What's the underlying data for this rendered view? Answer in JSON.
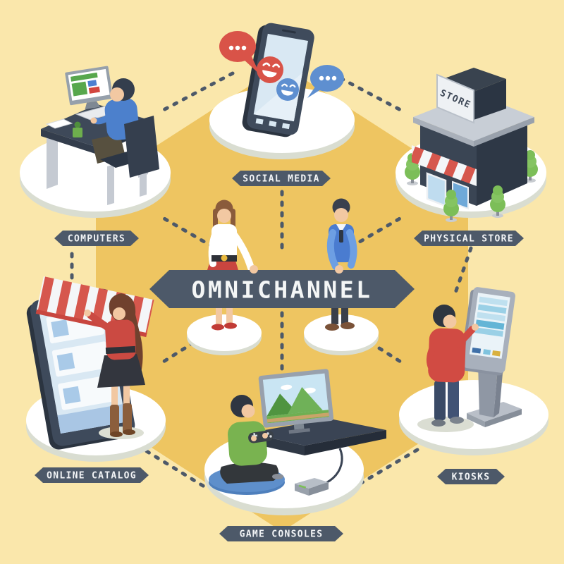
{
  "illustration": {
    "title": "OMNICHANNEL",
    "type": "omnichannel-marketing-infographic",
    "banner": {
      "label": "OMNICHANNEL"
    },
    "center_figures": [
      "businesswoman",
      "businessman"
    ],
    "channels": [
      {
        "id": "social-media",
        "label": "SOCIAL MEDIA",
        "position": "top",
        "icon": "smartphone-chat-icon"
      },
      {
        "id": "physical-store",
        "label": "PHYSICAL STORE",
        "position": "top-right",
        "icon": "storefront-icon",
        "sign_text": "STORE"
      },
      {
        "id": "kiosks",
        "label": "KIOSKS",
        "position": "bottom-right",
        "icon": "touchscreen-kiosk-icon"
      },
      {
        "id": "game-consoles",
        "label": "GAME CONSOLES",
        "position": "bottom",
        "icon": "tv-game-console-icon"
      },
      {
        "id": "online-catalog",
        "label": "ONLINE CATALOG",
        "position": "bottom-left",
        "icon": "tablet-storefront-icon"
      },
      {
        "id": "computers",
        "label": "COMPUTERS",
        "position": "top-left",
        "icon": "desktop-workstation-icon"
      }
    ],
    "connections": {
      "hub": "center",
      "spokes": [
        "social-media",
        "physical-store",
        "kiosks",
        "game-consoles",
        "online-catalog",
        "computers"
      ],
      "ring": [
        [
          "computers",
          "social-media"
        ],
        [
          "social-media",
          "physical-store"
        ],
        [
          "physical-store",
          "kiosks"
        ],
        [
          "kiosks",
          "game-consoles"
        ],
        [
          "game-consoles",
          "online-catalog"
        ],
        [
          "online-catalog",
          "computers"
        ]
      ],
      "style": "dashed"
    },
    "palette": {
      "background": "#FAE7AB",
      "hexagon": "#EEC561",
      "slate": "#4D5969",
      "label_text": "#F2F4F6",
      "accent_red": "#D55047",
      "accent_blue": "#5E8FD0",
      "accent_green": "#79B350",
      "platform": "#FFFFFF",
      "skin": "#F2C8A2"
    }
  }
}
